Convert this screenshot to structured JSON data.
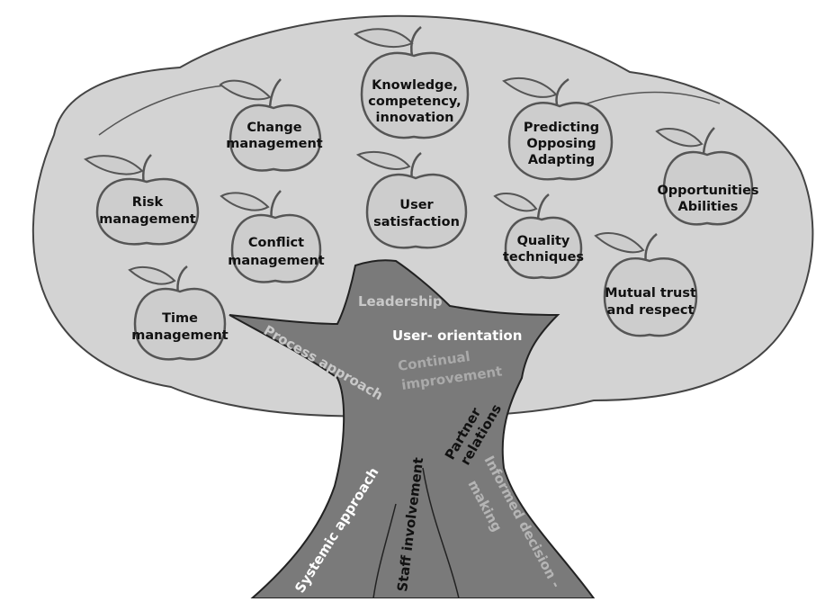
{
  "colors": {
    "canopy_fill": "#d3d3d3",
    "canopy_stroke": "#444444",
    "trunk_fill": "#7a7a7a",
    "trunk_stroke": "#222222",
    "apple_fill": "#cdcdcd",
    "apple_stroke": "#555555",
    "label_white": "#ffffff",
    "label_light": "#c9c9c9",
    "label_mid": "#aaaaaa",
    "label_dark": "#111111"
  },
  "apples": [
    {
      "id": "knowledge",
      "lines": [
        "Knowledge,",
        "competency,",
        "innovation"
      ]
    },
    {
      "id": "change",
      "lines": [
        "Change",
        "management"
      ]
    },
    {
      "id": "predicting",
      "lines": [
        "Predicting",
        "Opposing",
        "Adapting"
      ]
    },
    {
      "id": "risk",
      "lines": [
        "Risk",
        "management"
      ]
    },
    {
      "id": "user-satisfaction",
      "lines": [
        "User",
        "satisfaction"
      ]
    },
    {
      "id": "opportunities",
      "lines": [
        "Opportunities",
        "Abilities"
      ]
    },
    {
      "id": "conflict",
      "lines": [
        "Conflict",
        "management"
      ]
    },
    {
      "id": "quality",
      "lines": [
        "Quality",
        "techniques"
      ]
    },
    {
      "id": "mutual",
      "lines": [
        "Mutual trust",
        "and respect"
      ]
    },
    {
      "id": "time",
      "lines": [
        "Time",
        "management"
      ]
    }
  ],
  "trunk_labels": {
    "leadership": "Leadership",
    "user_orientation": "User- orientation",
    "process_approach": "Process approach",
    "continual_1": "Continual",
    "continual_2": "improvement",
    "partner_1": "Partner",
    "partner_2": "relations",
    "informed_1": "Informed decision -",
    "informed_2": "making",
    "staff": "Staff involvement",
    "systemic": "Systemic approach"
  }
}
